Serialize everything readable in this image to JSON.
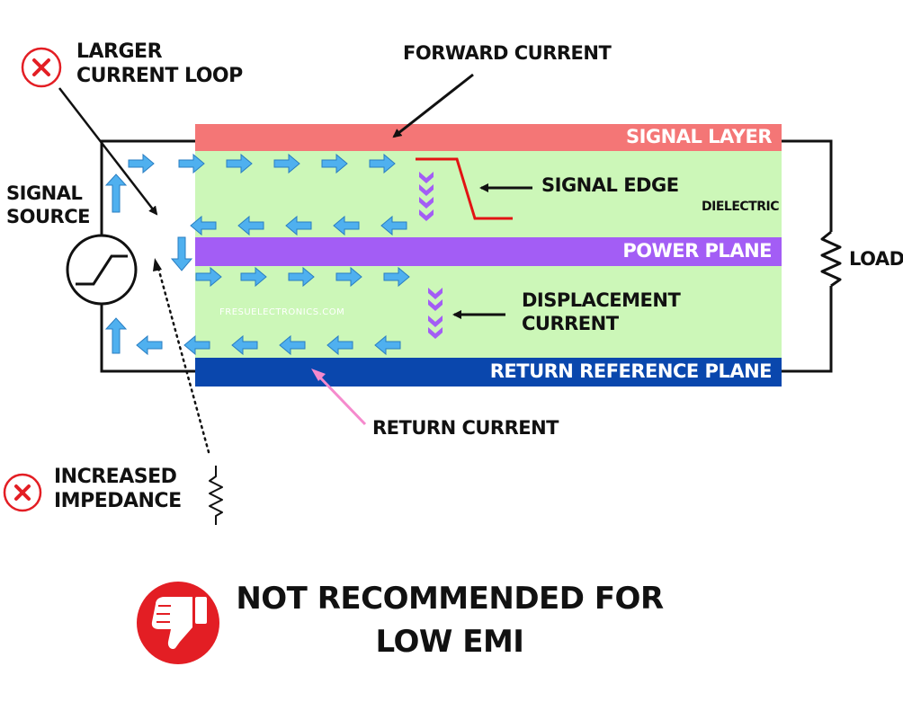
{
  "labels": {
    "larger_current_loop": [
      "LARGER",
      "CURRENT LOOP"
    ],
    "forward_current": "FORWARD CURRENT",
    "signal_source": [
      "SIGNAL",
      "SOURCE"
    ],
    "signal_edge": "SIGNAL EDGE",
    "dielectric": "DIELECTRIC",
    "load": "LOAD",
    "displacement_current": [
      "DISPLACEMENT",
      "CURRENT"
    ],
    "return_current": "RETURN CURRENT",
    "increased_impedance": [
      "INCREASED",
      "IMPEDANCE"
    ],
    "watermark": "FRESUELECTRONICS.COM"
  },
  "layers": {
    "signal_layer": "SIGNAL LAYER",
    "power_plane": "POWER PLANE",
    "return_reference_plane": "RETURN REFERENCE PLANE"
  },
  "verdict": {
    "line1": "NOT RECOMMENDED FOR",
    "line2": "LOW EMI"
  },
  "colors": {
    "signal_layer": "#f47676",
    "dielectric": "#ccf7b8",
    "power_plane": "#a35df5",
    "return_plane": "#0a47ad",
    "current_arrow": "#4fb0ef",
    "displacement_arrow": "#a35df5",
    "signal_edge": "#e21313",
    "return_pointer": "#f58acd",
    "bad_badge": "#e31e24"
  },
  "icons": [
    "x-mark-icon",
    "thumbs-down-icon",
    "resistor-icon",
    "step-waveform-icon"
  ]
}
